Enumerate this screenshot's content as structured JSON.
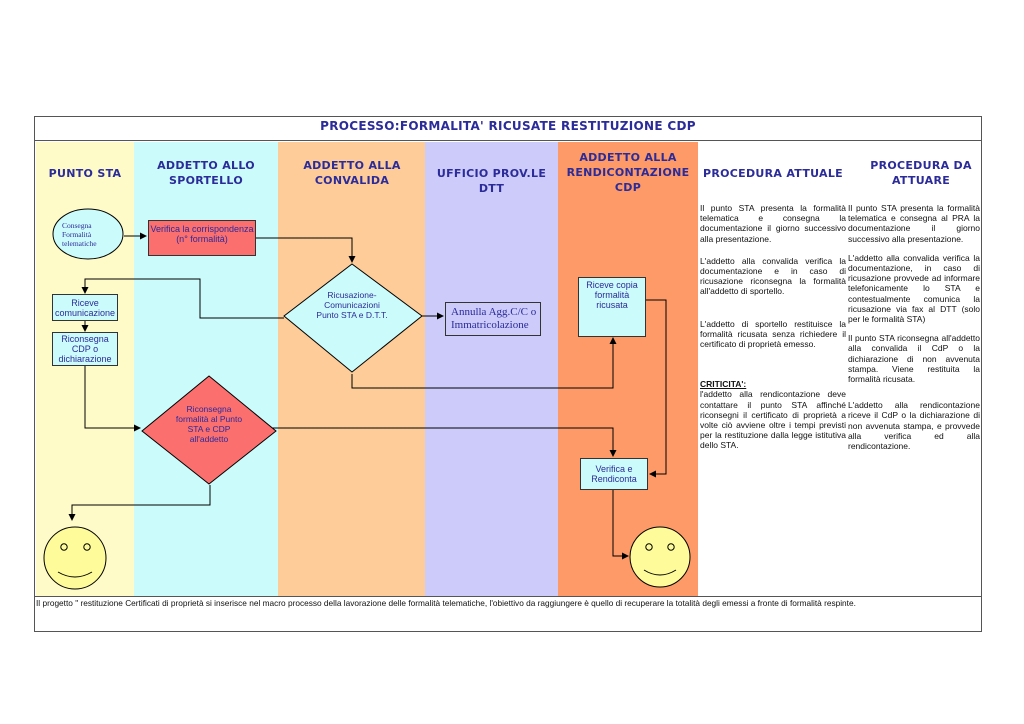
{
  "title": "PROCESSO:FORMALITA' RICUSATE RESTITUZIONE CDP",
  "lanes": {
    "punto_sta": "PUNTO STA",
    "addetto_sportello": "ADDETTO ALLO SPORTELLO",
    "addetto_convalida": "ADDETTO ALLA CONVALIDA",
    "ufficio_dtt": "UFFICIO PROV.LE DTT",
    "addetto_rendicontazione": "ADDETTO ALLA RENDICONTAZIONE CDP",
    "procedura_attuale": "PROCEDURA ATTUALE",
    "procedura_da_attuare": "PROCEDURA DA ATTUARE"
  },
  "nodes": {
    "consegna": "Consegna Formalità telematiche",
    "verifica_corrispondenza": "Verifica la corrispondenza (n° formalità)",
    "ricusazione": "Ricusazione-Comunicazioni Punto STA e D.T.T.",
    "annulla": "Annulla Agg.C/C o Immatricolazione",
    "riceve_comunicazione": "Riceve comunicazione",
    "riconsegna_cdp": "Riconsegna CDP o dichiarazione",
    "riceve_copia": "Riceve copia formalità ricusata",
    "riconsegna_formalita": "Riconsegna formalità al Punto STA e CDP all'addetto",
    "verifica_rendiconta": "Verifica e Rendiconta"
  },
  "procedura_attuale": {
    "p1": "Il punto STA presenta la formalità telematica e consegna la documentazione il giorno successivo alla presentazione.",
    "p2": "L'addetto alla convalida verifica la documentazione e in caso di ricusazione riconsegna la formalità all'addetto di sportello.",
    "p3": "L'addetto di sportello restituisce la formalità ricusata senza richiedere il certificato di proprietà emesso.",
    "criticita_label": "CRITICITA':",
    "p4": "l'addetto alla rendicontazione deve contattare il punto STA affinché riconsegni il certificato di proprietà a volte ciò avviene oltre i tempi previsti per la restituzione dalla legge istitutiva dello STA."
  },
  "procedura_da_attuare": {
    "p1": "Il punto STA presenta la formalità telematica e consegna al PRA la documentazione il giorno successivo alla presentazione.",
    "p2": "L'addetto alla convalida verifica la documentazione, in caso di ricusazione provvede ad informare telefonicamente lo STA e contestualmente comunica la ricusazione via fax al DTT (solo per le formalità STA)",
    "p3": "Il punto STA riconsegna all'addetto alla convalida il CdP o la dichiarazione di non avvenuta stampa. Viene restituita la formalità ricusata.",
    "p4": "L'addetto alla rendicontazione riceve il CdP o la dichiarazione di non avvenuta stampa, e provvede alla verifica ed alla rendicontazione."
  },
  "footer": "Il progetto \" restituzione Certificati di proprietà si inserisce nel macro processo della lavorazione delle formalità telematiche, l'obiettivo da raggiungere è quello di recuperare la totalità degli emessi a fronte di formalità respinte.",
  "colors": {
    "lane_punto_sta": "#fefbc8",
    "lane_sportello": "#ccfbfb",
    "lane_convalida": "#fdcc99",
    "lane_dtt": "#cccbf9",
    "lane_rendicontazione": "#fd9a67",
    "box_cyan": "#ccfbfb",
    "box_red": "#fc6f6f",
    "smiley": "#fefb9a",
    "heading": "#2b2b9a"
  }
}
